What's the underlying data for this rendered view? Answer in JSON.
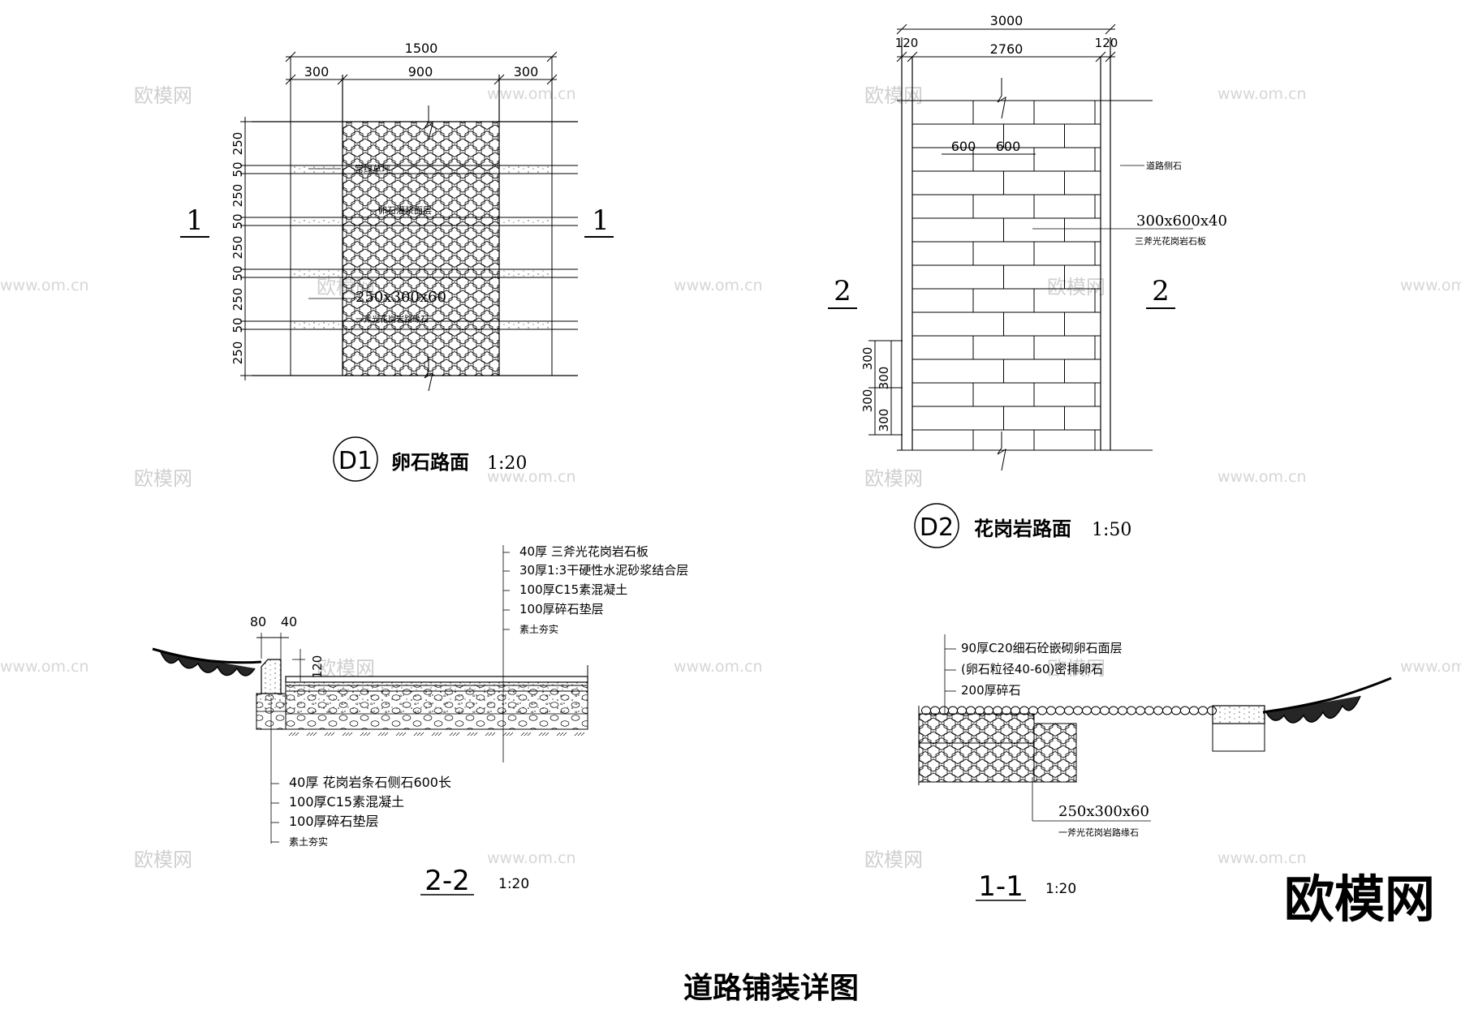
{
  "drawing_title": "道路铺装详图",
  "watermark": {
    "text": "欧模网",
    "url": "www.om.cn"
  },
  "d1": {
    "circle_label": "D1",
    "title": "卵石路面",
    "scale": "1:20",
    "dims_top": [
      "1500",
      "300",
      "900",
      "300"
    ],
    "dims_left": [
      "250",
      "50",
      "250",
      "50",
      "250",
      "50",
      "250",
      "50",
      "250"
    ],
    "section_mark": "1",
    "notes": [
      "常绿草坪",
      "卵石灌浆面层",
      "250x300x60",
      "一斧光花岗岩路缘石"
    ]
  },
  "d2": {
    "circle_label": "D2",
    "title": "花岗岩路面",
    "scale": "1:50",
    "dims_top": [
      "3000",
      "120",
      "2760",
      "120"
    ],
    "dims_inner": [
      "600",
      "600"
    ],
    "dims_left": [
      "300",
      "300",
      "300",
      "300"
    ],
    "section_mark": "2",
    "notes": [
      "道路侧石",
      "300x600x40",
      "三斧光花岗岩石板"
    ]
  },
  "s22": {
    "label": "2-2",
    "scale": "1:20",
    "dims": [
      "80",
      "40",
      "120"
    ],
    "notes_top": [
      "40厚 三斧光花岗岩石板",
      "30厚1:3干硬性水泥砂浆结合层",
      "100厚C15素混凝土",
      "100厚碎石垫层",
      "素土夯实"
    ],
    "notes_bottom": [
      "40厚 花岗岩条石侧石600长",
      "100厚C15素混凝土",
      "100厚碎石垫层",
      "素土夯实"
    ]
  },
  "s11": {
    "label": "1-1",
    "scale": "1:20",
    "notes_top": [
      "90厚C20细石砼嵌砌卵石面层",
      "(卵石粒径40-60)密排卵石",
      "200厚碎石"
    ],
    "notes_bottom": [
      "250x300x60",
      "一斧光花岗岩路缘石"
    ]
  }
}
